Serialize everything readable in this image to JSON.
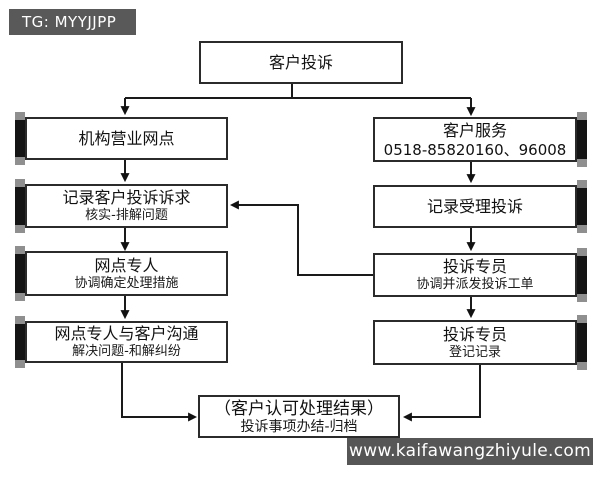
{
  "badge": {
    "label": "TG: MYYJJPP"
  },
  "watermark": {
    "label": "www.kaifawangzhiyule.com"
  },
  "flow": {
    "title_box": {
      "title": "客户投诉"
    },
    "left": [
      {
        "title": "机构营业网点",
        "subtitle": ""
      },
      {
        "title": "记录客户投诉诉求",
        "subtitle": "核实-排解问题"
      },
      {
        "title": "网点专人",
        "subtitle": "协调确定处理措施"
      },
      {
        "title": "网点专人与客户沟通",
        "subtitle": "解决问题-和解纠纷"
      }
    ],
    "right": [
      {
        "title": "客户服务",
        "subtitle": "0518-85820160、96008"
      },
      {
        "title": "记录受理投诉",
        "subtitle": ""
      },
      {
        "title": "投诉专员",
        "subtitle": "协调并派发投诉工单"
      },
      {
        "title": "投诉专员",
        "subtitle": "登记记录"
      }
    ],
    "bottom": {
      "title": "（客户认可处理结果）",
      "subtitle": "投诉事项办结-归档"
    }
  },
  "colors": {
    "badge_bg": "#595959",
    "watermark_bg": "#565656",
    "box_border": "#2b2b2b",
    "accent_bar_black": "#141414",
    "accent_bar_cap_gray": "#8f8f8f",
    "connector_line": "#1a1a1a",
    "background": "#ffffff"
  }
}
